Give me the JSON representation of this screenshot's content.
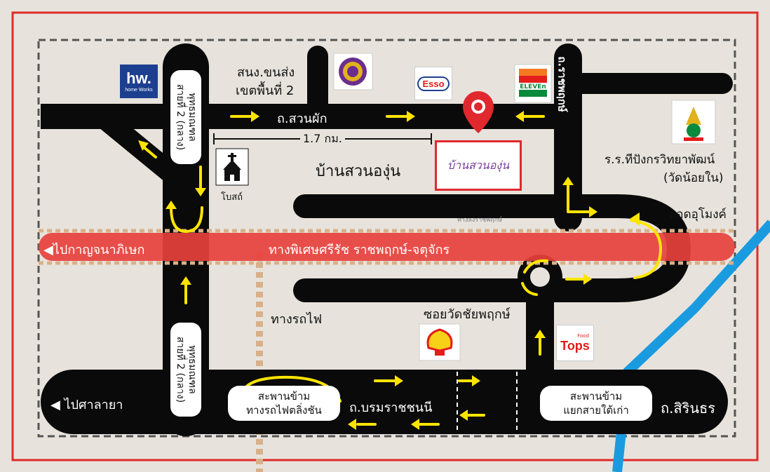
{
  "colors": {
    "road": "#0a0a0a",
    "background": "#e7e3dc",
    "expressway": "#e8413c",
    "frame_border": "#e02a2a",
    "arrow": "#ffe400",
    "rail": "#d8b08a",
    "canal": "#1a9be0",
    "pin": "#e0282e"
  },
  "roads": {
    "suan_phak": "ถ.สวนผัก",
    "boromratchachonnani": "ถ.บรมราชชนนี",
    "sirindhorn": "ถ.สิรินธร",
    "expressway": "ทางพิเศษศรีรัช  ราชพฤกษ์-จตุจักร",
    "to_kanchanaphisek": "ไปกาญจนาภิเษก",
    "to_salaya": "ไปศาลายา",
    "soi_wat_chai": "ซอยวัดชัยพฤกษ์",
    "underpass": "ลอดอุโมงค์",
    "railway": "ทางรถไฟ",
    "ratchaphruek_faint": "ทางลงราชพฤกษ์",
    "distance": "1.7 กม."
  },
  "vertical_labels": {
    "left_top": [
      "พุทธมณฑล",
      "สายที่ 2 (กลาง)"
    ],
    "left_bottom": [
      "พุทธมณฑล",
      "สายที่ 2 (กลาง)"
    ],
    "right_top": "ถ.ราชพฤกษ์"
  },
  "bridges": {
    "taling_chan": [
      "สะพานข้าม",
      "ทางรถไฟตลิ่งชัน"
    ],
    "sai_tai_kao": [
      "สะพานข้าม",
      "แยกสายใต้เก่า"
    ]
  },
  "places": {
    "destination": "บ้านสวนองุ่น",
    "destination_logo": "บ้านสวนองุ่น",
    "office_line1": "สนง.ขนส่ง",
    "office_line2": "เขตพื้นที่ 2",
    "church": "โบสถ์",
    "school_line1": "ร.ร.ทีปังกรวิทยาพัฒน์",
    "school_line2": "(วัดน้อยใน)"
  },
  "logos": {
    "homeworks": "hw.",
    "homeworks_sub": "home Works",
    "esso": "Esso",
    "seven_eleven": "ELEVEn",
    "tops": "Tops",
    "tops_sub": "Food"
  },
  "icons": [
    "church-icon",
    "map-pin-icon",
    "shell-logo-icon",
    "seven-eleven-logo",
    "school-emblem-icon",
    "dlt-emblem-icon"
  ]
}
